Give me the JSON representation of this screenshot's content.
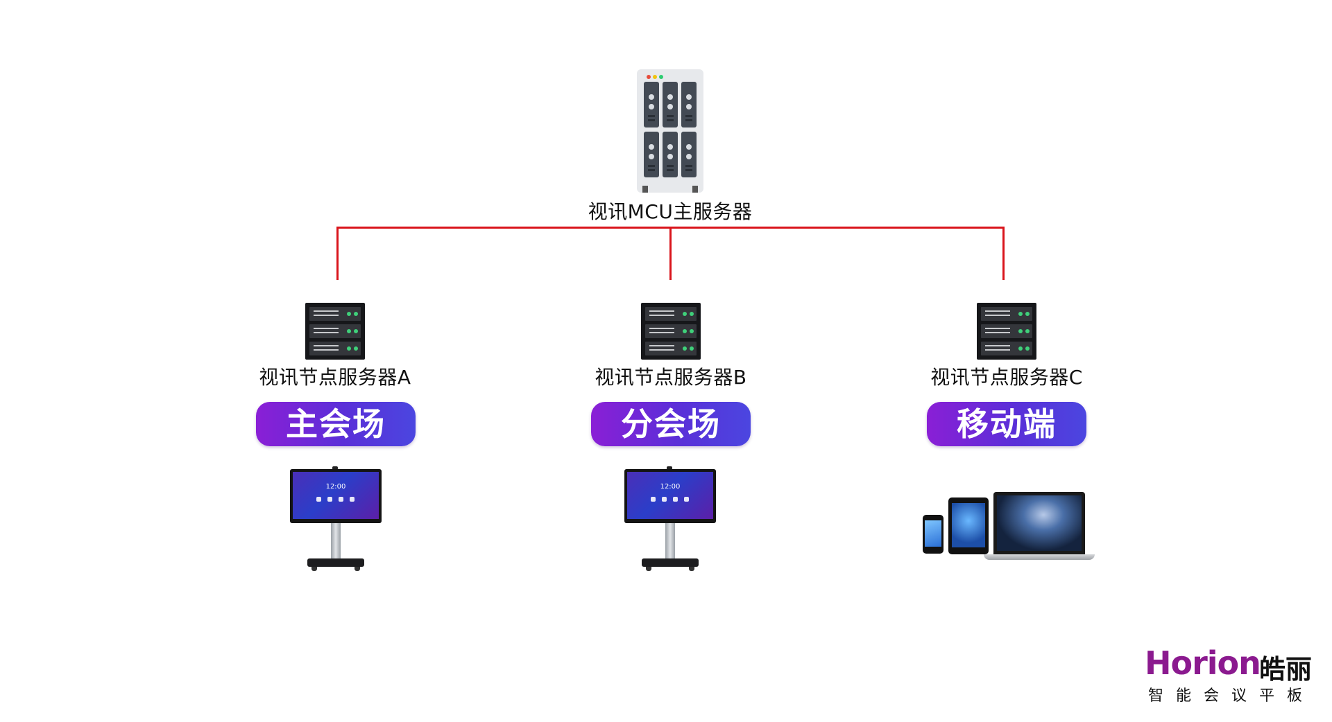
{
  "main_server": {
    "label": "视讯MCU主服务器"
  },
  "nodes": [
    {
      "label": "视讯节点服务器A",
      "category": "主会场"
    },
    {
      "label": "视讯节点服务器B",
      "category": "分会场"
    },
    {
      "label": "视讯节点服务器C",
      "category": "移动端"
    }
  ],
  "panel_clock": "12:00",
  "colors": {
    "connector": "#d9141b",
    "pill_start": "#8a1fd6",
    "pill_end": "#4b46e0",
    "logo": "#8b1a8f"
  },
  "logo": {
    "brand": "Horion",
    "chinese": "皓丽",
    "tagline": "智能会议平板"
  }
}
